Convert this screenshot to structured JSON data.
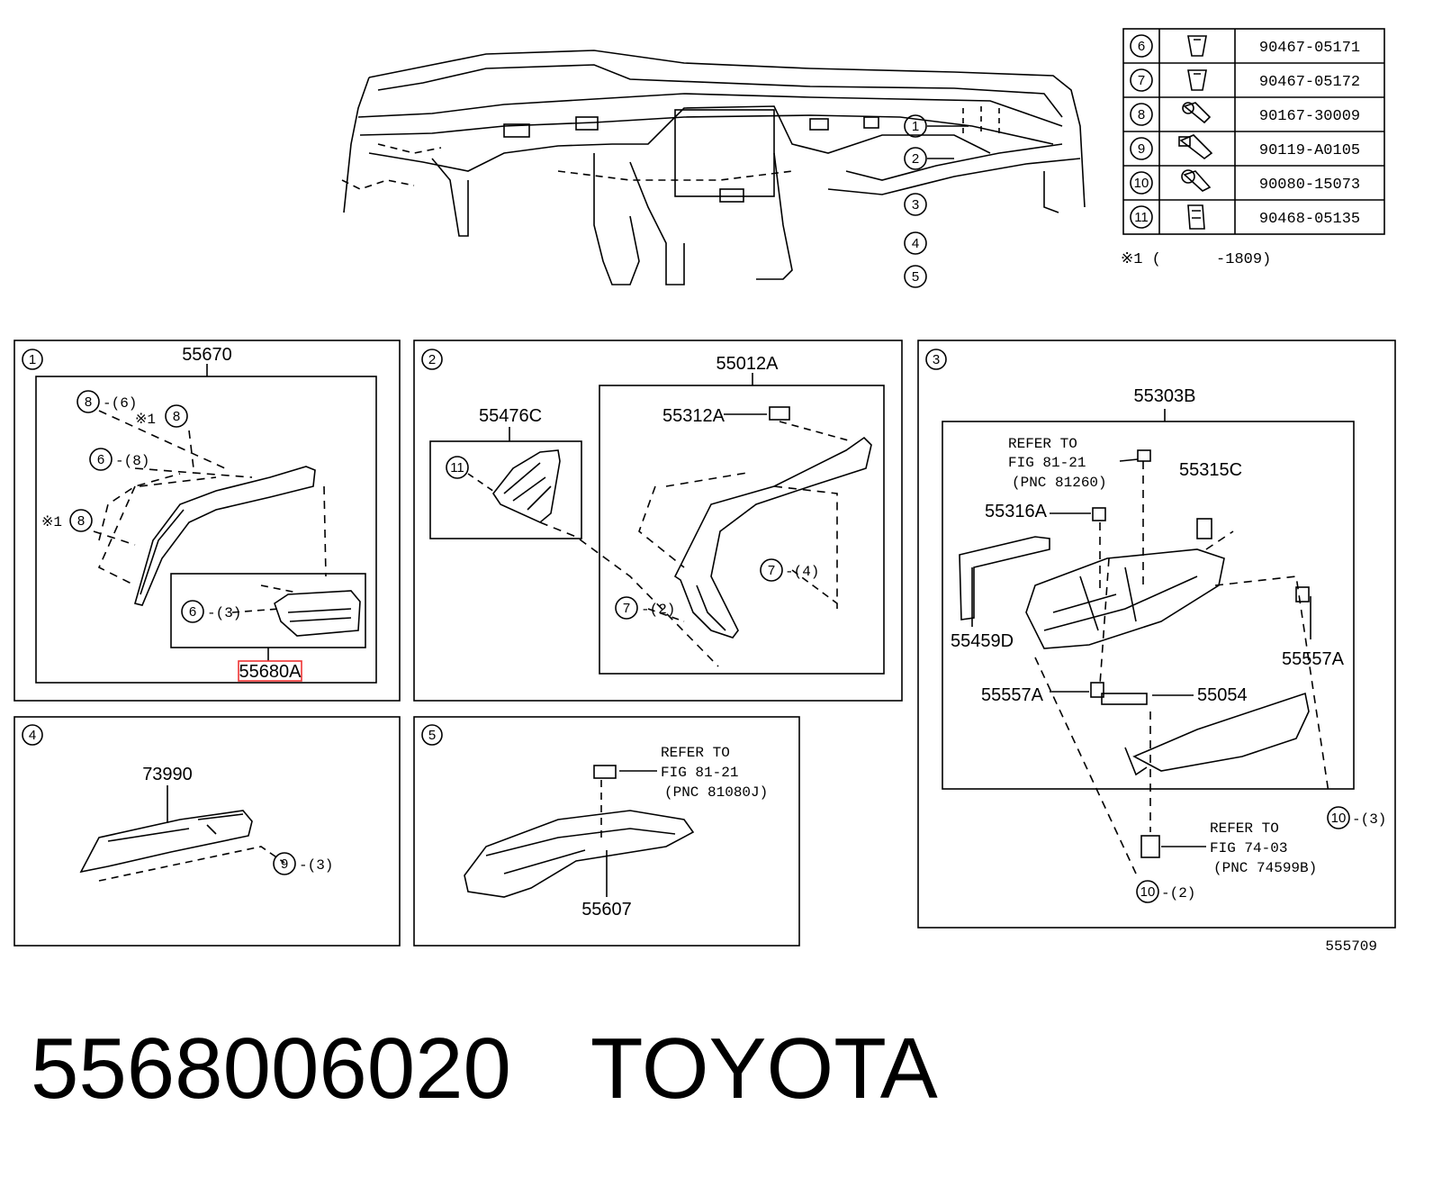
{
  "part_number": "5568006020",
  "brand": "TOYOTA",
  "figure_code": "555709",
  "overview_callouts": [
    "1",
    "2",
    "3",
    "4",
    "5"
  ],
  "fastener_table": {
    "rows": [
      {
        "ref": "6",
        "part": "90467-05171",
        "icon": "clip-icon"
      },
      {
        "ref": "7",
        "part": "90467-05172",
        "icon": "clip-icon"
      },
      {
        "ref": "8",
        "part": "90167-30009",
        "icon": "screw-icon"
      },
      {
        "ref": "9",
        "part": "90119-A0105",
        "icon": "bolt-icon"
      },
      {
        "ref": "10",
        "part": "90080-15073",
        "icon": "bolt-icon"
      },
      {
        "ref": "11",
        "part": "90468-05135",
        "icon": "clip-icon"
      }
    ],
    "note": "※1 (      -1809)"
  },
  "panels": {
    "p1": {
      "num": "1",
      "main": "55670",
      "sub": "55680A",
      "labels": [
        "8",
        "-(6)",
        "※1",
        "8",
        "6",
        "-(8)",
        "※1",
        "8",
        "6",
        "-(3)"
      ]
    },
    "p2": {
      "num": "2",
      "main": "55012A",
      "left_part": "55476C",
      "clip_part": "55312A",
      "c11": "11",
      "c7a": "7",
      "c7a_qty": "-(4)",
      "c7b": "7",
      "c7b_qty": "-(2)"
    },
    "p3": {
      "num": "3",
      "main": "55303B",
      "refer1": [
        "REFER TO",
        "FIG 81-21",
        "(PNC 81260)"
      ],
      "p55315C": "55315C",
      "p55316A": "55316A",
      "p55459D": "55459D",
      "p55557A_r": "55557A",
      "p55557A_l": "55557A",
      "p55054": "55054",
      "refer2": [
        "REFER TO",
        "FIG 74-03",
        "(PNC 74599B)"
      ],
      "c10a": "10",
      "c10a_qty": "-(3)",
      "c10b": "10",
      "c10b_qty": "-(2)"
    },
    "p4": {
      "num": "4",
      "main": "73990",
      "c9": "9",
      "c9_qty": "-(3)"
    },
    "p5": {
      "num": "5",
      "main": "55607",
      "refer": [
        "REFER TO",
        "FIG 81-21",
        "(PNC 81080J)"
      ]
    }
  }
}
